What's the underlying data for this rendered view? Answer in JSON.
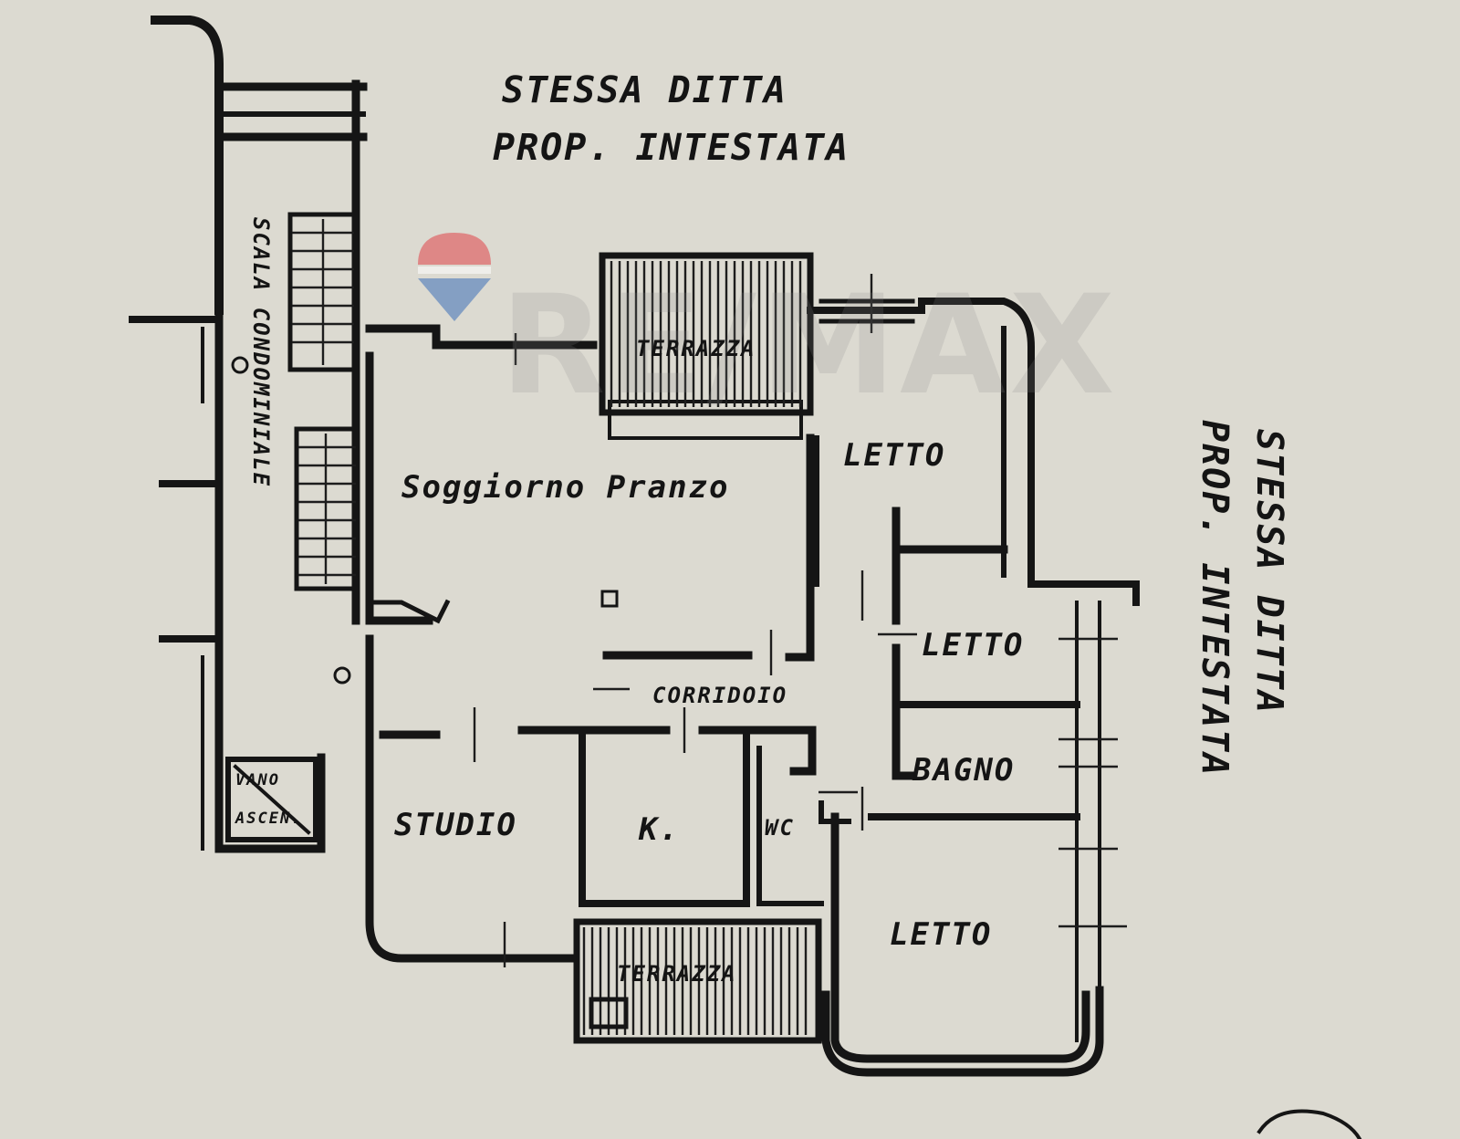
{
  "notes": {
    "top_line1": "STESSA DITTA",
    "top_line2": "PROP. INTESTATA",
    "right_line1": "STESSA DITTA",
    "right_line2": "PROP. INTESTATA"
  },
  "rooms": {
    "stair": "SCALA CONDOMINIALE",
    "terrace_top": "TERRAZZA",
    "living": "Soggiorno Pranzo",
    "bed1": "LETTO",
    "bed2": "LETTO",
    "bath": "BAGNO",
    "bed3": "LETTO",
    "corridor": "CORRIDOIO",
    "study": "STUDIO",
    "kitchen": "K.",
    "wc": "WC",
    "terrace_bottom": "TERRAZZA",
    "elevator_line1": "VANO",
    "elevator_line2": "ASCEN."
  },
  "watermark": {
    "text": "RE/MAX",
    "colors": {
      "balloon_top": "#e0454a",
      "balloon_bottom": "#3d6fb8",
      "text": "#8a8a8a"
    }
  },
  "colors": {
    "paper": "#dcdad1",
    "ink": "#151515"
  }
}
